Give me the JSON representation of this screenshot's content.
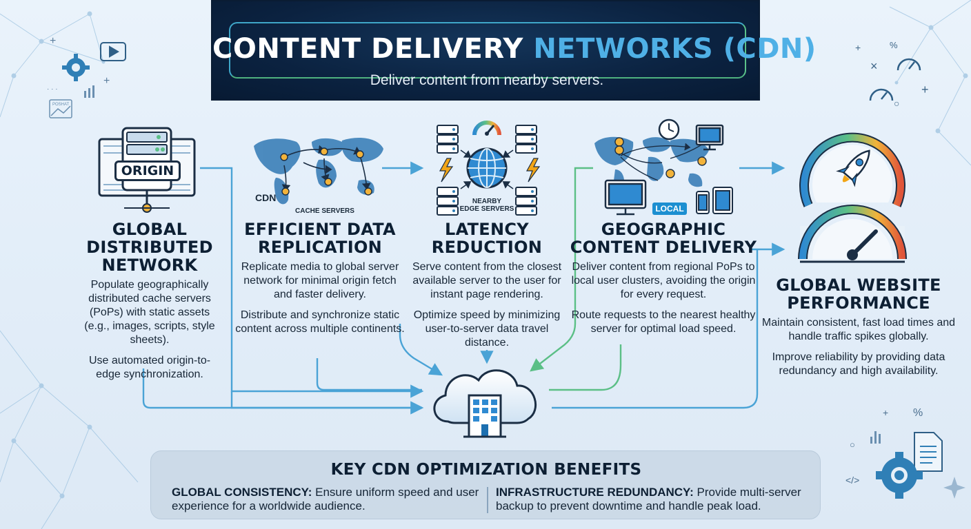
{
  "header": {
    "title_main": "CONTENT DELIVERY",
    "title_accent": "NETWORKS (CDN)",
    "subtitle": "Deliver content from nearby servers."
  },
  "columns": [
    {
      "heading": "GLOBAL DISTRIBUTED NETWORK",
      "text": "Populate geographically distributed cache servers (PoPs) with static assets (e.g., images, scripts, style sheets).",
      "text2": "Use automated origin-to-edge synchronization."
    },
    {
      "heading": "EFFICIENT DATA REPLICATION",
      "text": "Replicate media to global server network for minimal origin fetch and faster delivery.",
      "text2": "Distribute and synchronize static content across multiple continents."
    },
    {
      "heading": "LATENCY REDUCTION",
      "text": "Serve content from the closest available server to the user for instant page rendering.",
      "text2": "Optimize speed by minimizing user-to-server data travel distance."
    },
    {
      "heading": "GEOGRAPHIC CONTENT DELIVERY",
      "text": "Deliver content from regional PoPs to local user clusters, avoiding the origin for every request.",
      "text2": "Route requests to the nearest healthy server for optimal load speed."
    },
    {
      "heading": "GLOBAL WEBSITE PERFORMANCE",
      "text": "Maintain consistent, fast load times and handle traffic spikes globally.",
      "text2": "Improve reliability by providing data redundancy and high availability."
    }
  ],
  "illustration_labels": {
    "origin": "ORIGIN",
    "cdn": "CDN",
    "cache_servers": "CACHE SERVERS",
    "nearby_edge": "NEARBY\nEDGE SERVERS",
    "local": "LOCAL",
    "poster": "POSHAT"
  },
  "benefits": {
    "title": "KEY CDN OPTIMIZATION BENEFITS",
    "items": [
      {
        "label": "GLOBAL CONSISTENCY:",
        "text": "Ensure uniform speed and user experience for a worldwide audience."
      },
      {
        "label": "INFRASTRUCTURE REDUNDANCY:",
        "text": "Provide multi-server backup to prevent downtime and handle peak load."
      }
    ]
  },
  "colors": {
    "banner": "#0b2240",
    "accent_blue": "#4fb0e6",
    "flow_blue": "#4aa3d6",
    "flow_green": "#5bbf86",
    "lightning": "#f2a516"
  },
  "icons": [
    "gear-icon",
    "video-icon",
    "bar-chart-icon",
    "image-icon",
    "server-rack-icon",
    "world-map-icon",
    "gauge-icon",
    "globe-icon",
    "lightning-icon",
    "clock-icon",
    "monitor-icon",
    "laptop-icon",
    "phone-icon",
    "tablet-icon",
    "rocket-icon",
    "speedometer-icon",
    "cloud-building-icon",
    "document-icon",
    "code-icon",
    "sparkle-icon",
    "location-pin-icon"
  ]
}
